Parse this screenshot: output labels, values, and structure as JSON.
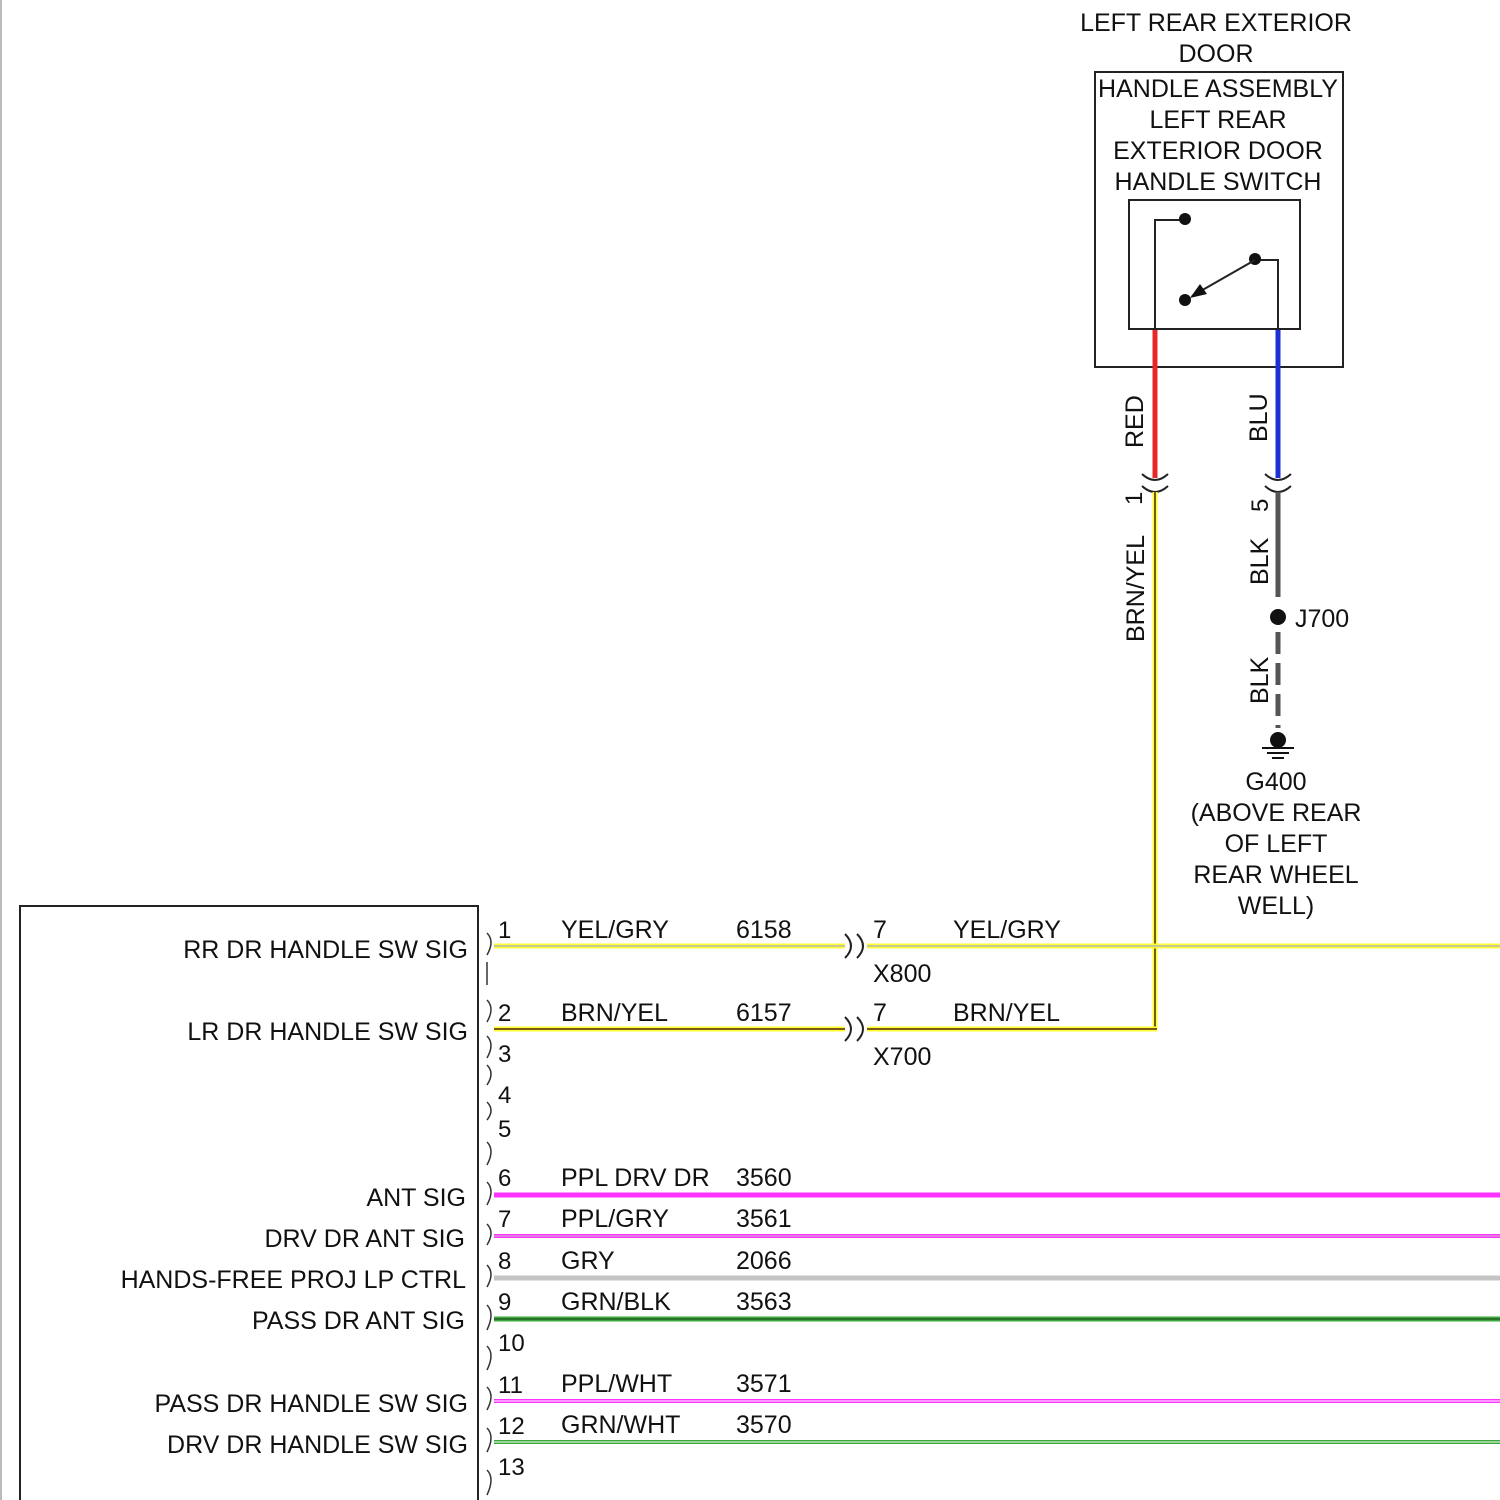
{
  "component": {
    "title_line1": "LEFT REAR EXTERIOR",
    "title_line2": "DOOR",
    "box_line1": "HANDLE ASSEMBLY",
    "box_line2": "LEFT REAR",
    "box_line3": "EXTERIOR DOOR",
    "box_line4": "HANDLE SWITCH"
  },
  "module": {
    "pins": [
      {
        "pin": "1",
        "label": "RR DR HANDLE SW SIG",
        "color_name": "YEL/GRY",
        "circuit": "6158",
        "wire_color": "#ffff33",
        "stripe": "#b5b5b5"
      },
      {
        "pin": "2",
        "label": "LR DR HANDLE SW SIG",
        "color_name": "BRN/YEL",
        "circuit": "6157",
        "wire_color": "#7a5a10",
        "stripe": "#ffff33"
      },
      {
        "pin": "3",
        "label": "",
        "color_name": "",
        "circuit": ""
      },
      {
        "pin": "4",
        "label": "",
        "color_name": "",
        "circuit": ""
      },
      {
        "pin": "5",
        "label": "",
        "color_name": "",
        "circuit": ""
      },
      {
        "pin": "6",
        "label": "ANT SIG",
        "color_name": "PPL DRV DR",
        "circuit": "3560",
        "wire_color": "#ff33ff"
      },
      {
        "pin": "7",
        "label": "DRV DR ANT SIG",
        "color_name": "PPL/GRY",
        "circuit": "3561",
        "wire_color": "#ff33ff"
      },
      {
        "pin": "8",
        "label": "HANDS-FREE PROJ LP CTRL",
        "color_name": "GRY",
        "circuit": "2066",
        "wire_color": "#c4c4c4"
      },
      {
        "pin": "9",
        "label": "PASS DR ANT SIG",
        "color_name": "GRN/BLK",
        "circuit": "3563",
        "wire_color": "#3aa83a"
      },
      {
        "pin": "10",
        "label": "",
        "color_name": "",
        "circuit": ""
      },
      {
        "pin": "11",
        "label": "PASS DR HANDLE SW SIG",
        "color_name": "PPL/WHT",
        "circuit": "3571",
        "wire_color": "#ff33ff"
      },
      {
        "pin": "12",
        "label": "DRV DR HANDLE SW SIG",
        "color_name": "GRN/WHT",
        "circuit": "3570",
        "wire_color": "#3aa83a"
      },
      {
        "pin": "13",
        "label": "",
        "color_name": "",
        "circuit": ""
      }
    ]
  },
  "inline_connectors": {
    "x800": {
      "name": "X800",
      "pin": "7",
      "color_name": "YEL/GRY"
    },
    "x700": {
      "name": "X700",
      "pin": "7",
      "color_name": "BRN/YEL"
    }
  },
  "switch_wires": {
    "red": {
      "label": "RED",
      "pin": "1",
      "color": "#e8262a"
    },
    "blue": {
      "label": "BLU",
      "pin": "5",
      "color": "#1e2fd6"
    },
    "brn_yel": {
      "label": "BRN/YEL"
    },
    "blk_upper": {
      "label": "BLK"
    },
    "blk_lower": {
      "label": "BLK"
    }
  },
  "splice": {
    "name": "J700"
  },
  "ground": {
    "name": "G400",
    "loc_line1": "(ABOVE REAR",
    "loc_line2": "OF LEFT",
    "loc_line3": "REAR WHEEL",
    "loc_line4": "WELL)"
  }
}
